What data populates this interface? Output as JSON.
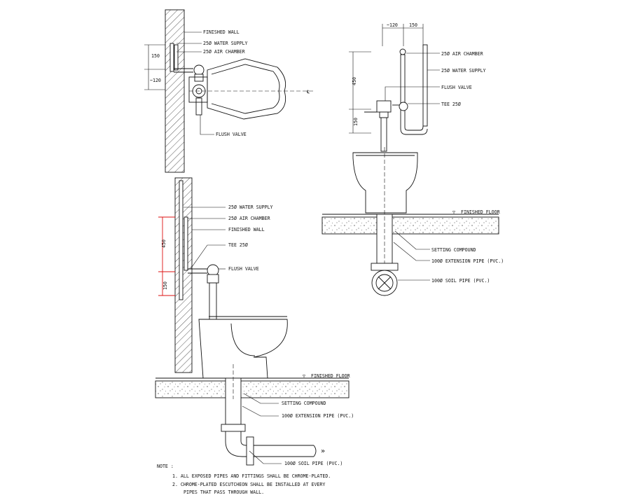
{
  "plan_view": {
    "labels": {
      "finished_wall": "FINISHED WALL",
      "water_supply": "25Ø WATER SUPPLY",
      "air_chamber": "25Ø AIR CHAMBER",
      "flush_valve": "FLUSH VALVE"
    },
    "dims": {
      "d1": "150",
      "d2": "~120"
    },
    "centerline_symbol": "℄"
  },
  "front_view": {
    "labels": {
      "air_chamber": "25Ø AIR CHAMBER",
      "water_supply": "25Ø WATER SUPPLY",
      "flush_valve": "FLUSH VALVE",
      "tee": "TEE 25Ø",
      "finished_floor": "FINISHED FLOOR",
      "setting_compound": "SETTING COMPOUND",
      "extension_pipe": "100Ø EXTENSION PIPE (PVC.)",
      "soil_pipe": "100Ø SOIL PIPE (PVC.)"
    },
    "dims": {
      "top_left": "~120",
      "top_right": "150",
      "v_upper": "450",
      "v_lower": "150"
    }
  },
  "side_view": {
    "labels": {
      "water_supply": "25Ø WATER SUPPLY",
      "air_chamber": "25Ø AIR CHAMBER",
      "finished_wall": "FINISHED WALL",
      "tee": "TEE 25Ø",
      "flush_valve": "FLUSH VALVE",
      "finished_floor": "FINISHED FLOOR",
      "setting_compound": "SETTING COMPOUND",
      "extension_pipe": "100Ø EXTENSION PIPE (PVC.)",
      "soil_pipe": "100Ø SOIL PIPE (PVC.)"
    },
    "dims": {
      "v_upper": "450",
      "v_lower": "150"
    }
  },
  "notes": {
    "heading": "NOTE :",
    "items": [
      "1.  ALL EXPOSED PIPES AND FITTINGS SHALL BE CHROME-PLATED.",
      "2.  CHROME-PLATED ESCUTCHEON SHALL BE INSTALLED AT EVERY",
      "PIPES THAT PASS THROUGH WALL."
    ]
  }
}
